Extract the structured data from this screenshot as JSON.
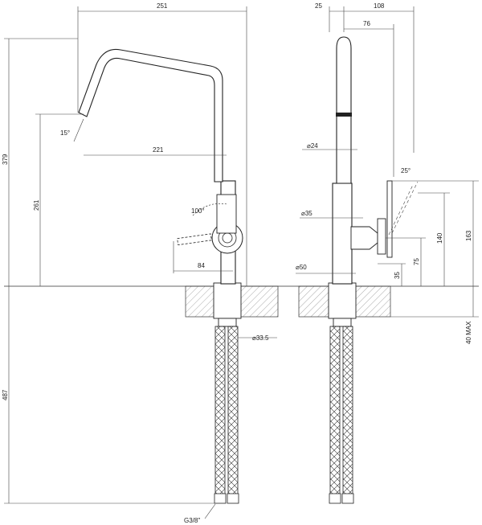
{
  "dimensions": {
    "overall_width": "251",
    "spout_reach": "221",
    "overall_height": "379",
    "spout_height": "261",
    "lever_reach": "84",
    "spout_angle": "15°",
    "lever_rotation": "100°",
    "hose_length": "487",
    "fitting_diameter": "⌀33.5",
    "hose_thread": "G3/8\"",
    "side_offset": "25",
    "side_reach_outer": "108",
    "side_reach_inner": "76",
    "spout_tube_diameter": "⌀24",
    "body_diameter": "⌀35",
    "base_diameter": "⌀50",
    "lever_angle": "25°",
    "height_163": "163",
    "height_140": "140",
    "height_75": "75",
    "height_35": "35",
    "max_deck": "40 MAX"
  },
  "colors": {
    "line": "#222222",
    "dimension": "#444444",
    "hatch": "#555555"
  }
}
